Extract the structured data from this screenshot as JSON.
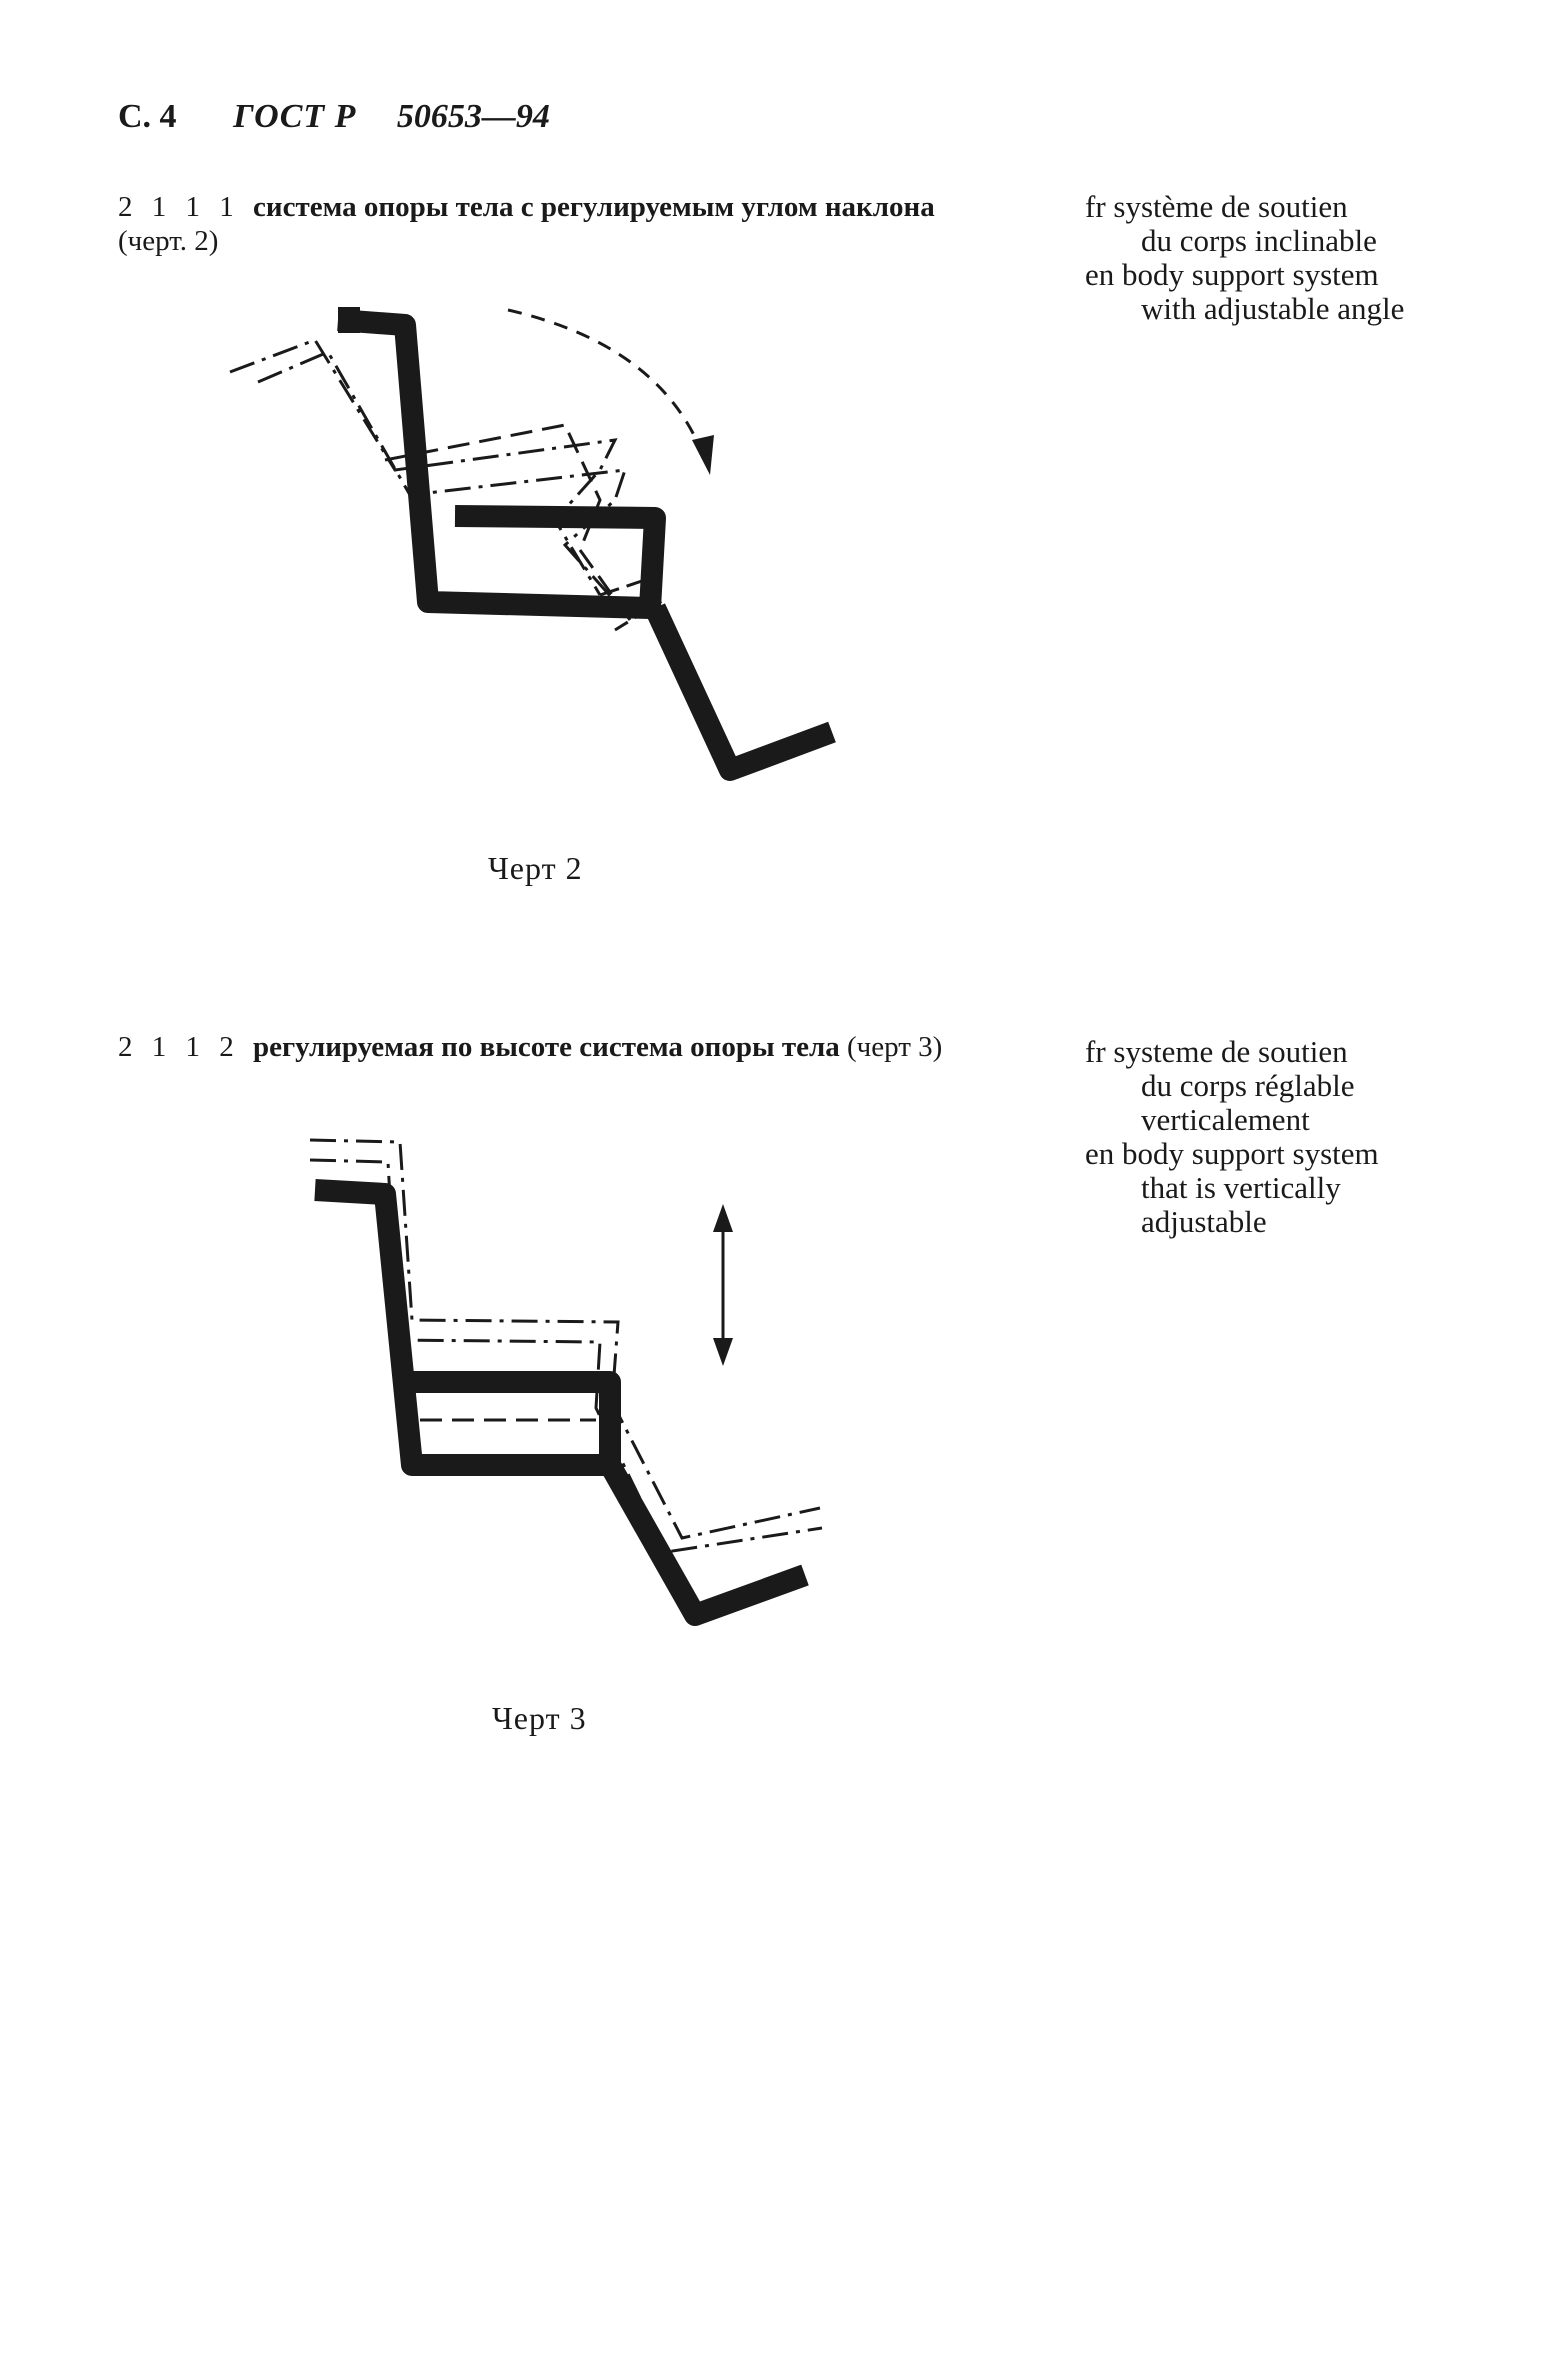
{
  "header": {
    "page": "С. 4",
    "standard": "ГОСТ Р",
    "number": "50653—94"
  },
  "terms": [
    {
      "number": "2 1 1 1",
      "name_ru": "система опоры тела с регулируемым углом наклона",
      "ref": "(черт. 2)",
      "fr_label": "fr",
      "fr_line1": "système de soutien",
      "fr_line2": "du corps inclinable",
      "en_label": "en",
      "en_line1": "body support system",
      "en_line2": "with adjustable angle",
      "caption": "Черт 2"
    },
    {
      "number": "2 1 1 2",
      "name_ru": "регулируемая по высоте система опоры тела",
      "ref": "(черт 3)",
      "fr_label": "fr",
      "fr_line1": "systeme de soutien",
      "fr_line2": "du corps réglable",
      "fr_line3": "verticalement",
      "en_label": "en",
      "en_line1": "body support system",
      "en_line2": "that is vertically",
      "en_line3": "adjustable",
      "caption": "Черт 3"
    }
  ],
  "figures": {
    "fig2": {
      "depicts": "tilting seat profile with curved rotation arrow"
    },
    "fig3": {
      "depicts": "seat profile raised/lowered with vertical double arrow"
    }
  },
  "colors": {
    "ink": "#1a1a1a",
    "paper": "#ffffff"
  }
}
